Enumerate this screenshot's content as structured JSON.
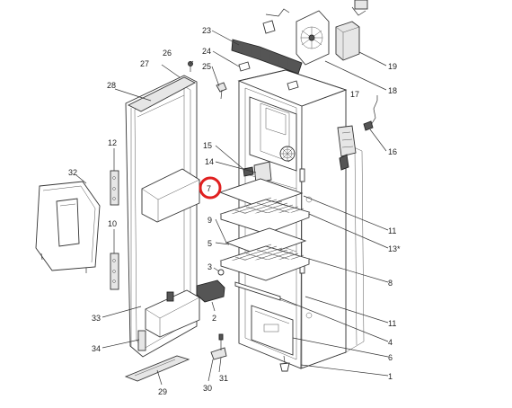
{
  "labels": {
    "l1": "1",
    "l2": "2",
    "l3": "3",
    "l4": "4",
    "l5": "5",
    "l6": "6",
    "l7": "7",
    "l8": "8",
    "l9": "9",
    "l10": "10",
    "l11a": "11",
    "l11b": "11",
    "l12": "12",
    "l13": "13*",
    "l14": "14",
    "l15": "15",
    "l16": "16",
    "l17": "17",
    "l18": "18",
    "l19": "19",
    "l23": "23",
    "l24": "24",
    "l25": "25",
    "l26": "26",
    "l27": "27",
    "l28": "28",
    "l29": "29",
    "l30": "30",
    "l31": "31",
    "l32": "32",
    "l33": "33",
    "l34": "34"
  },
  "highlight_color": "#e02020",
  "highlighted_part": "7"
}
